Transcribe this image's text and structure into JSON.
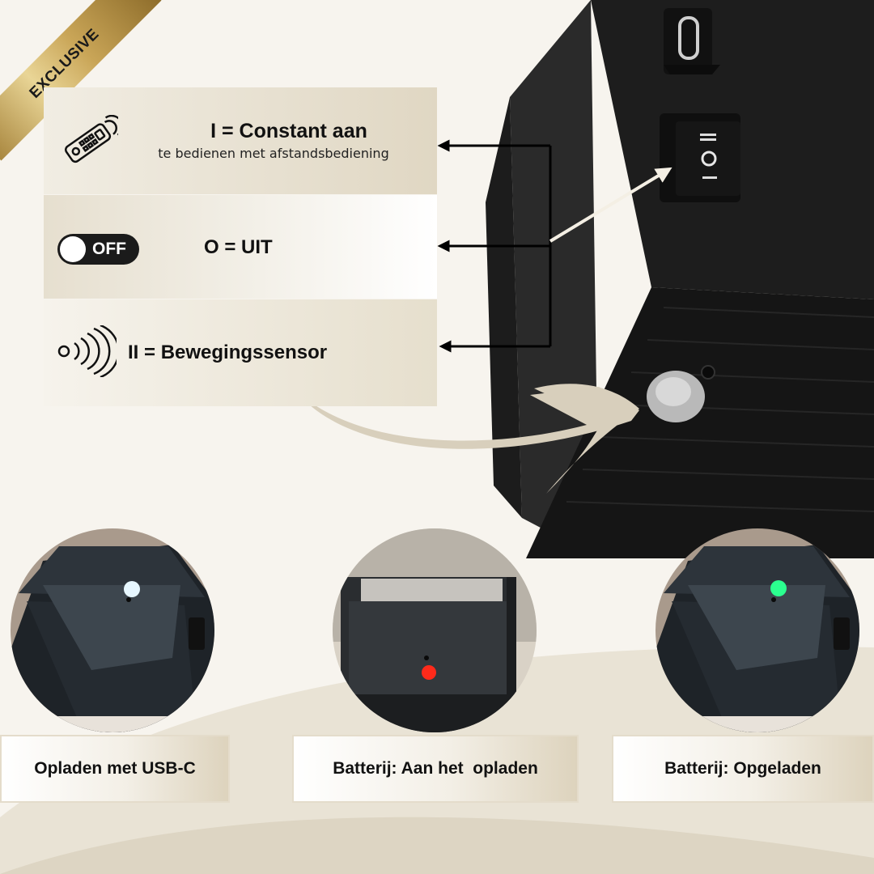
{
  "badge": {
    "label": "EXCLUSIVE"
  },
  "modes": [
    {
      "title": "I = Constant aan",
      "subtitle": "te bedienen met afstandsbediening",
      "icon": "remote-control-icon"
    },
    {
      "title": "O = UIT",
      "icon": "off-toggle-icon",
      "toggle_label": "OFF"
    },
    {
      "title": "II = Bewegingssensor",
      "icon": "motion-sensor-icon"
    }
  ],
  "captions": [
    {
      "label": "Opladen met USB-C"
    },
    {
      "label": "Batterij: Aan het  opladen"
    },
    {
      "label": "Batterij: Opgeladen"
    }
  ],
  "colors": {
    "accent_beige": "#d6ccb6",
    "ribbon_gold": "#c9a557",
    "led_charging": "#ff2a1a",
    "led_charged": "#2bff8f",
    "led_usb": "#dff4ff"
  }
}
